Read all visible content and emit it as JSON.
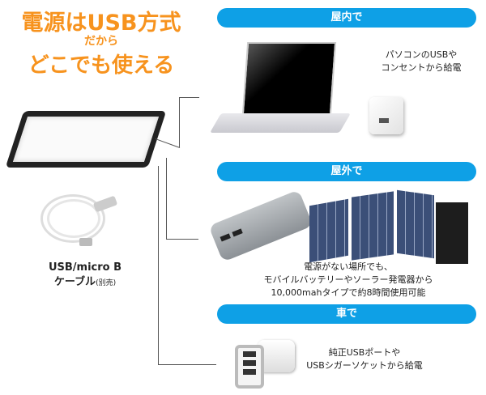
{
  "headline": {
    "line1": "電源はUSB方式",
    "line2": "だから",
    "line3": "どこでも使える"
  },
  "cable": {
    "line1": "USB/micro B",
    "line2": "ケーブル",
    "note": "(別売)"
  },
  "sections": [
    {
      "label": "屋内で",
      "caption": [
        "パソコンのUSBや",
        "コンセントから給電"
      ]
    },
    {
      "label": "屋外で",
      "caption": [
        "電源がない場所でも、",
        "モバイルバッテリーやソーラー発電器から",
        "10,000mahタイプで約8時間使用可能"
      ]
    },
    {
      "label": "車で",
      "caption": [
        "純正USBポートや",
        "USBシガーソケットから給電"
      ]
    }
  ],
  "colors": {
    "accent": "#f7931e",
    "pill": "#0ea0e6"
  }
}
